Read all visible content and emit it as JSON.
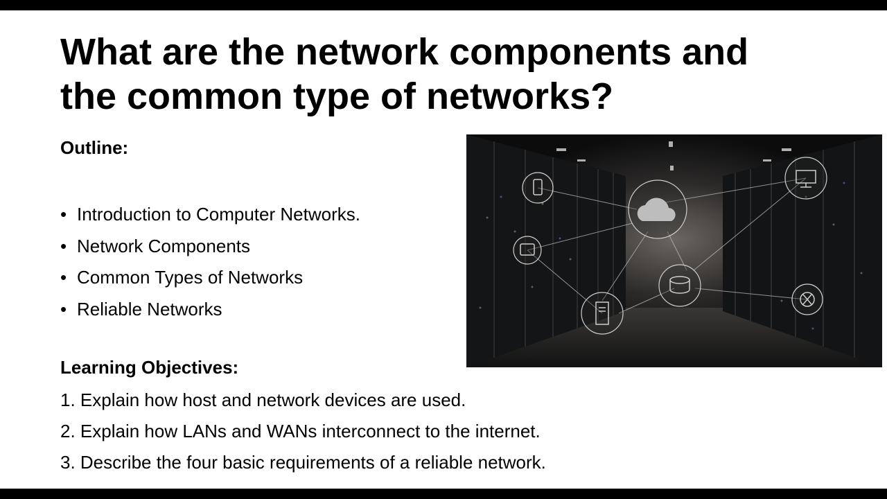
{
  "slide": {
    "title_line1": "What are the network components and",
    "title_line2": "the common type of networks?",
    "outline_heading": "Outline:",
    "outline_items": [
      "Introduction to Computer Networks.",
      "Network Components",
      "Common Types of Networks",
      "Reliable Networks"
    ],
    "bullet_glyph": "•",
    "objectives_heading": "Learning Objectives:",
    "objectives": [
      "1. Explain how host and network devices are used.",
      "2. Explain how LANs and WANs interconnect to the internet.",
      "3. Describe the four basic requirements of a reliable network."
    ]
  },
  "image": {
    "subject": "server-room-network-illustration",
    "icons": [
      "phone-icon",
      "cloud-icon",
      "monitor-icon",
      "tablet-icon",
      "database-icon",
      "server-tower-icon",
      "aperture-icon"
    ]
  },
  "colors": {
    "background": "#000000",
    "slide": "#ffffff",
    "text": "#000000"
  }
}
